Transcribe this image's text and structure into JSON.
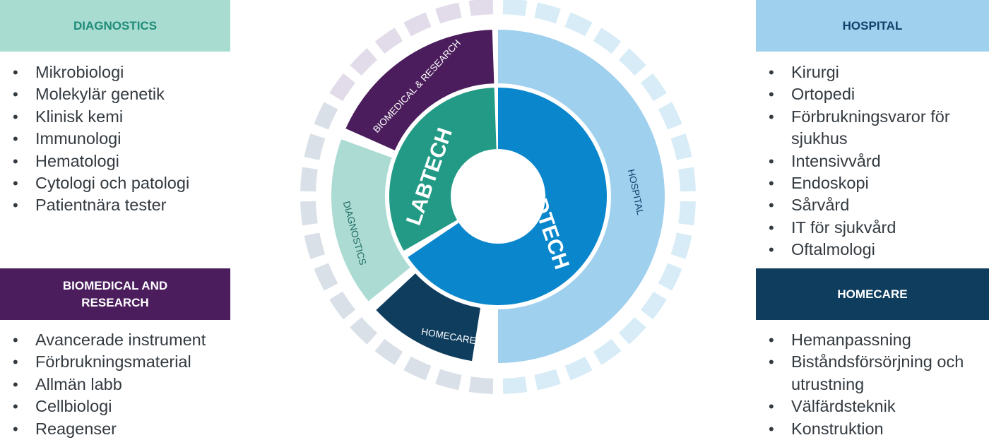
{
  "colors": {
    "diagnostics_header": "#a8dcd1",
    "diagnostics_text": "#1f8c78",
    "biomedical_header": "#4b1d5c",
    "hospital_header": "#9fd0ee",
    "hospital_text": "#12406a",
    "homecare_header": "#0e3d5e",
    "labtech": "#229a85",
    "medtech": "#0a86cc",
    "diagnostics_band": "#abdbd2",
    "biomedical_band": "#4b1d5c",
    "hospital_band": "#9fd0ee",
    "homecare_band": "#0e3d5e",
    "tick_purple": "#e2dcea",
    "tick_blue": "#d7ecf7",
    "tick_grey": "#d9e0e7"
  },
  "left": {
    "diagnostics": {
      "title": "DIAGNOSTICS",
      "items": [
        "Mikrobiologi",
        "Molekylär genetik",
        "Klinisk kemi",
        "Immunologi",
        "Hematologi",
        "Cytologi och patologi",
        "Patientnära tester"
      ]
    },
    "biomedical": {
      "title_line1": "BIOMEDICAL AND",
      "title_line2": "RESEARCH",
      "items": [
        "Avancerade instrument",
        "Förbrukningsmaterial",
        "Allmän labb",
        "Cellbiologi",
        "Reagenser"
      ]
    }
  },
  "right": {
    "hospital": {
      "title": "HOSPITAL",
      "items": [
        "Kirurgi",
        "Ortopedi",
        "Förbrukningsvaror för",
        "sjukhus",
        "Intensivvård",
        "Endoskopi",
        "Sårvård",
        "IT för sjukvård",
        "Oftalmologi"
      ]
    },
    "homecare": {
      "title": "HOMECARE",
      "items": [
        "Hemanpassning",
        "Biståndsförsörjning och",
        "utrustning",
        "Välfärdsteknik",
        "Konstruktion"
      ]
    }
  },
  "wheel": {
    "labtech": "LABTECH",
    "medtech": "MEDTECH",
    "biomedical": "BIOMEDICAL & RESEARCH",
    "diagnostics": "DIAGNOSTICS",
    "hospital": "HOSPITAL",
    "homecare": "HOMECARE"
  }
}
